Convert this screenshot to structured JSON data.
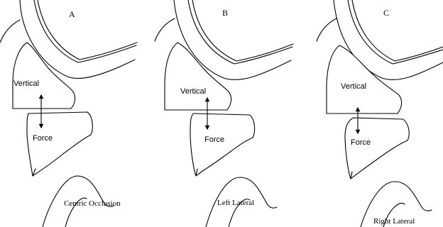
{
  "panels": [
    {
      "letter": "A",
      "caption": "Centric Occlusion",
      "vertical_label": "Vertical",
      "force_label": "Force"
    },
    {
      "letter": "B",
      "caption": "Left Lateral",
      "vertical_label": "Vertical",
      "force_label": "Force"
    },
    {
      "letter": "C",
      "caption": "Right Lateral",
      "vertical_label": "Vertical",
      "force_label": "Force"
    }
  ]
}
